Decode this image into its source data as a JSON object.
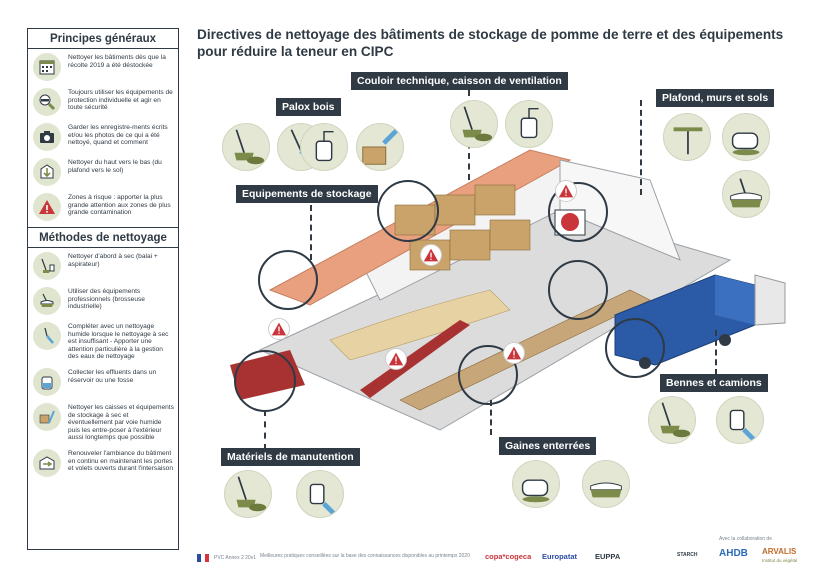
{
  "title": "Directives de nettoyage des bâtiments de stockage de pomme de terre et des équipements pour réduire la teneur en CIPC",
  "principes": {
    "heading": "Principes généraux",
    "items": [
      {
        "icon": "calendar-icon",
        "text": "Nettoyer les bâtiments dès que la récolte 2019 a été déstockée"
      },
      {
        "icon": "protective-gear-icon",
        "text": "Toujours utiliser les équipements de protection individuelle et agir en toute sécurité"
      },
      {
        "icon": "camera-icon",
        "text": "Garder les enregistre-ments écrits et/ou les photos de ce qui a été nettoyé, quand et comment"
      },
      {
        "icon": "top-down-arrow-icon",
        "text": "Nettoyer du haut vers le bas (du plafond vers le sol)"
      },
      {
        "icon": "warning-icon",
        "text": "Zones à risque : apporter la plus grande attention aux zones de plus grande contamination"
      }
    ]
  },
  "methodes": {
    "heading": "Méthodes de nettoyage",
    "items": [
      {
        "icon": "broom-vacuum-icon",
        "text": "Nettoyer d'abord à sec (balai + aspirateur)"
      },
      {
        "icon": "industrial-brush-icon",
        "text": "Utiliser des équipements professionnels (brosseuse industrielle)"
      },
      {
        "icon": "pressure-washer-icon",
        "text": "Compléter avec un nettoyage humide lorsque le nettoyage à sec est insuffisant - Apporter une attention particulière à la gestion des eaux de nettoyage"
      },
      {
        "icon": "reservoir-icon",
        "text": "Collecter les effluents dans un réservoir ou une fosse"
      },
      {
        "icon": "crates-icon",
        "text": "Nettoyer les caisses et équipements de stockage à sec et éventuellement par voie humide puis les entre-poser à l'extérieur aussi longtemps que possible"
      },
      {
        "icon": "ventilation-icon",
        "text": "Renouveler l'ambiance du bâtiment en continu en maintenant les portes et volets ouverts durant l'intersaison"
      }
    ]
  },
  "labels": {
    "couloir": "Couloir technique, caisson de ventilation",
    "palox": "Palox bois",
    "plafond": "Plafond, murs et sols",
    "equipements": "Equipements de stockage",
    "bennes": "Bennes et camions",
    "gaines": "Gaines enterrées",
    "materiels": "Matériels de manutention"
  },
  "footer": {
    "pvc": "PVC Annex 2 20v1",
    "note": "Meilleures pratiques conseillées sur la base des connaissances disponibles au printemps 2020",
    "logos": [
      "copa*cogeca",
      "Europatat",
      "EUPPA",
      "STARCH",
      "AHDB",
      "ARVALIS"
    ],
    "collab": "Avec la collaboration de",
    "arvalis_tag": "Institut du végétal"
  },
  "colors": {
    "dark": "#2f3a44",
    "iconBg": "#e3e7d4",
    "olive": "#7c8a4a",
    "roof": "#e9a07f",
    "crate": "#c9a36a",
    "truck": "#2b5aa6"
  }
}
